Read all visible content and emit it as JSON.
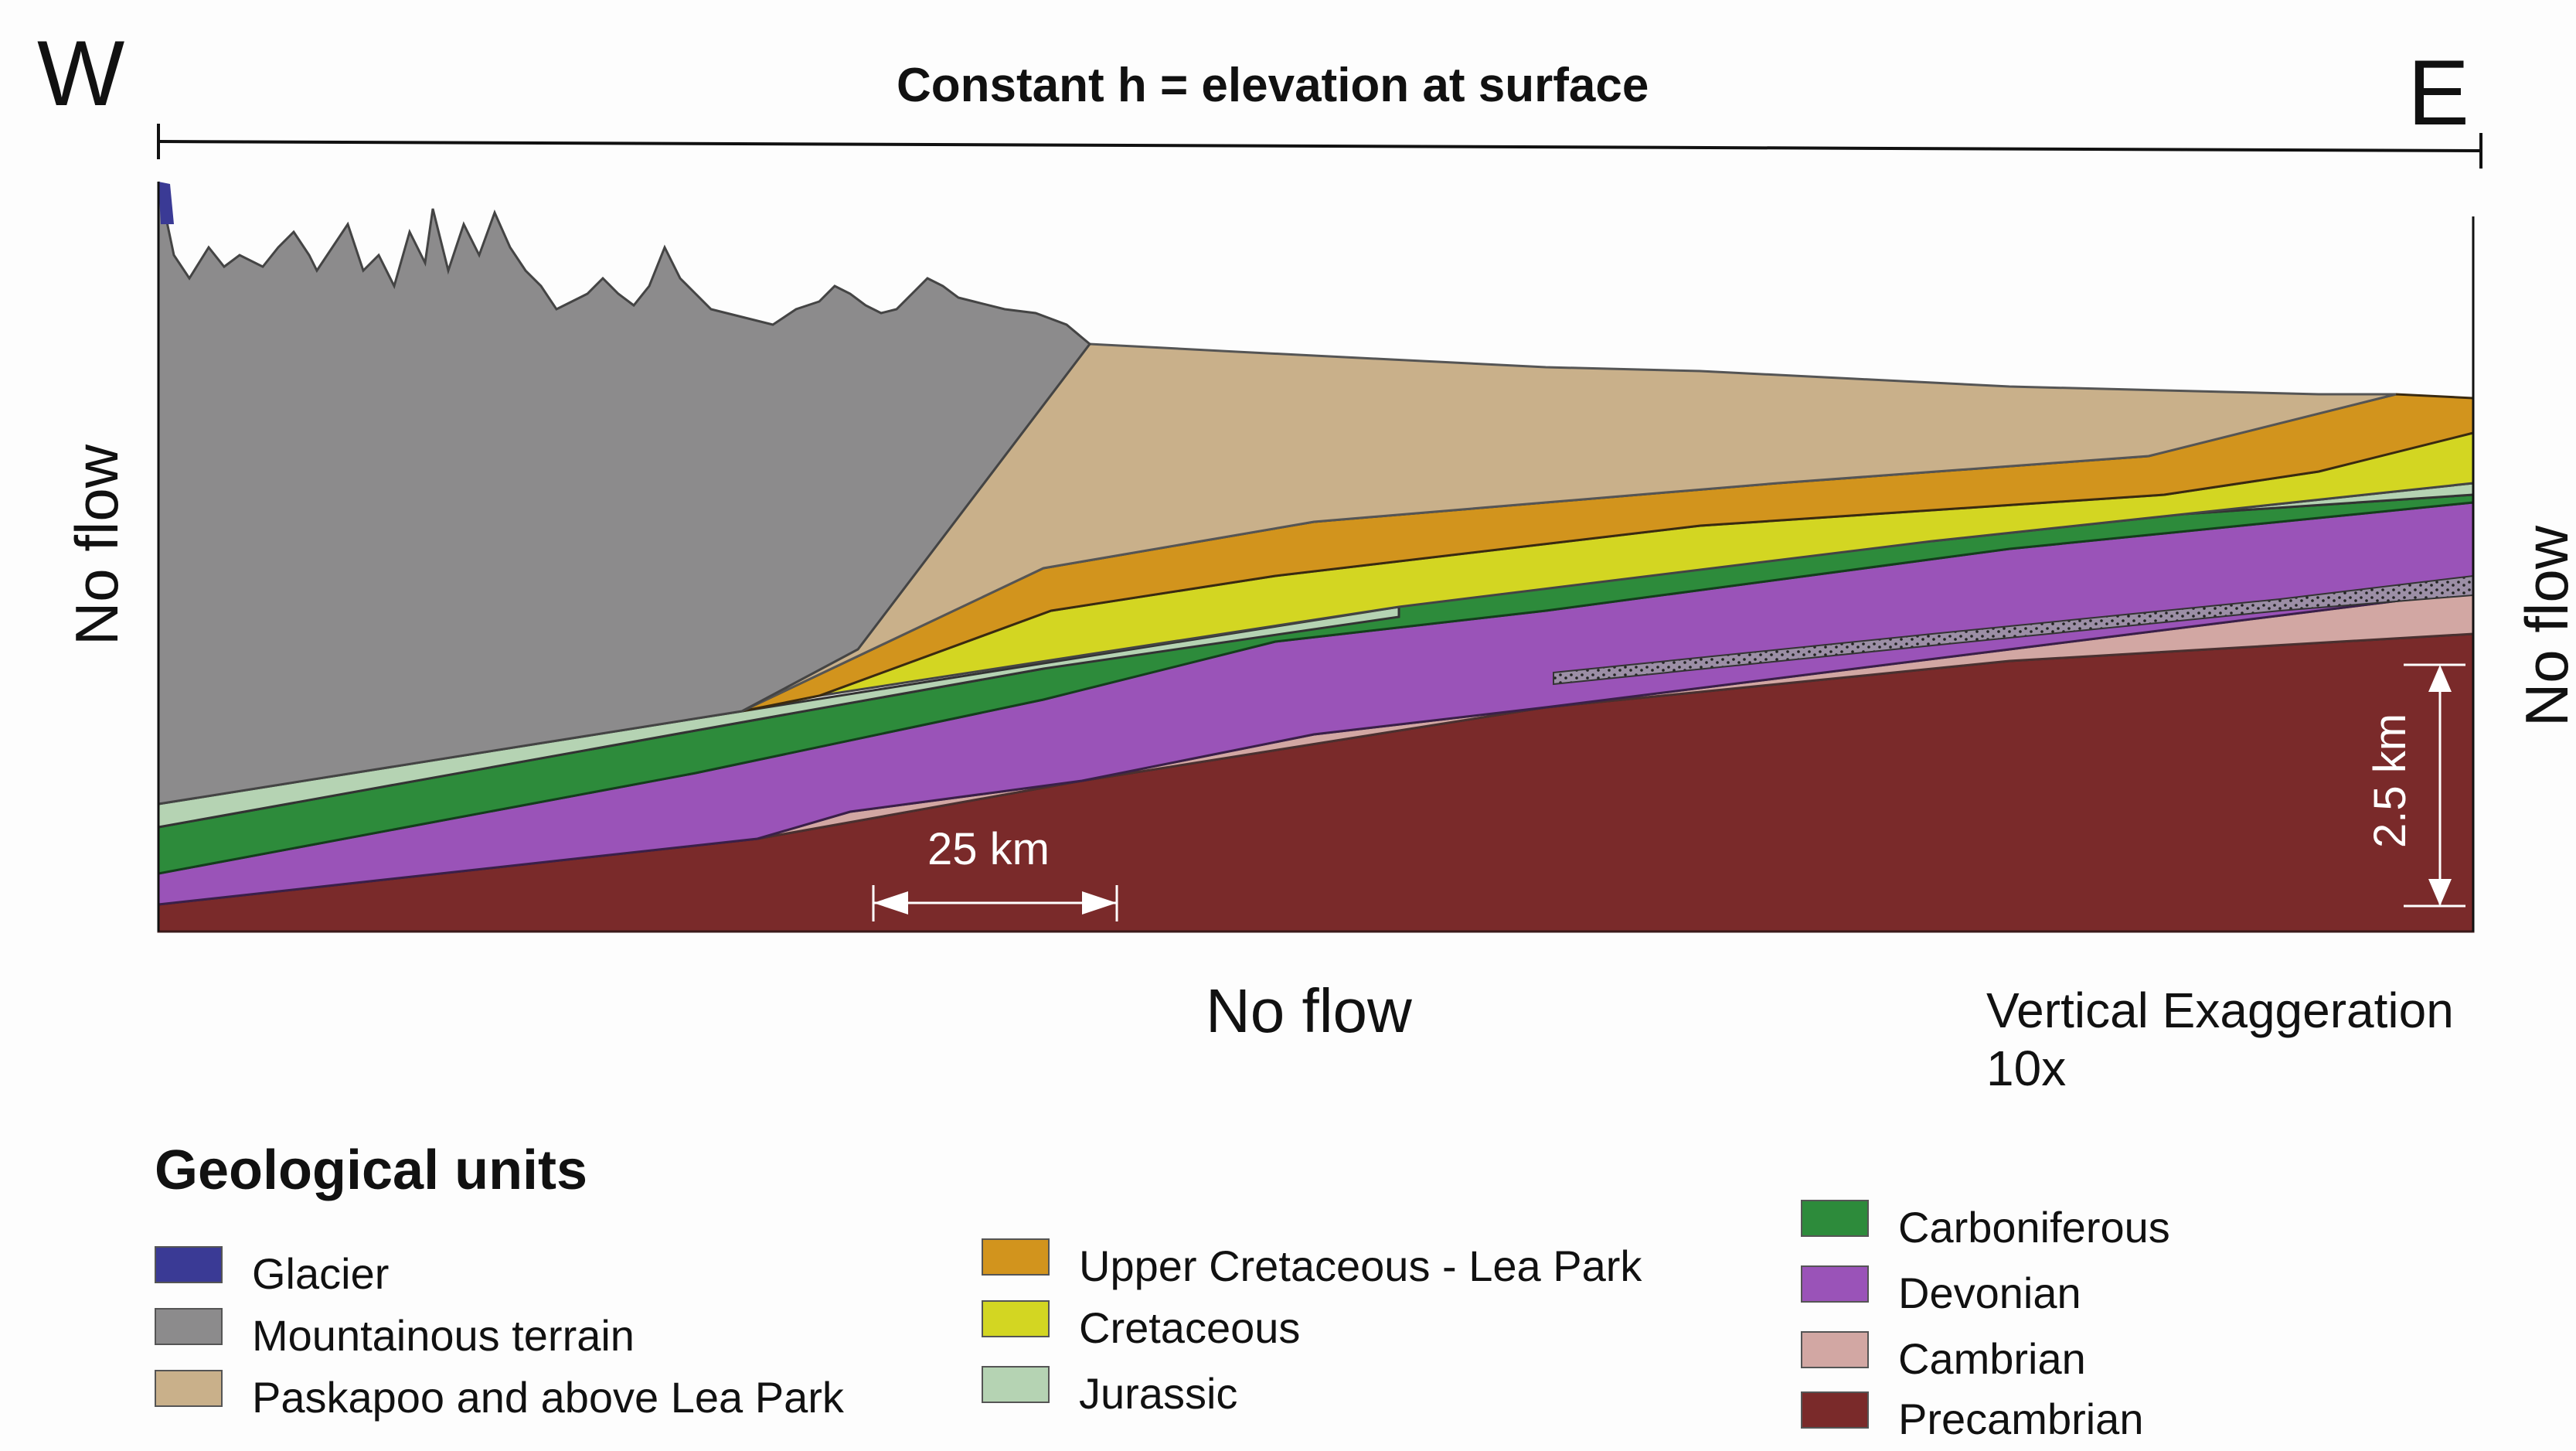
{
  "labels": {
    "west": "W",
    "east": "E",
    "top_boundary": "Constant h = elevation at surface",
    "left_boundary": "No flow",
    "right_boundary": "No flow",
    "bottom_boundary": "No flow",
    "horizontal_scale": "25 km",
    "vertical_scale": "2.5 km",
    "exaggeration_line1": "Vertical Exaggeration",
    "exaggeration_line2": "10x"
  },
  "legend": {
    "title": "Geological units",
    "units": [
      {
        "name": "Glacier",
        "color": "#3a3a95"
      },
      {
        "name": "Mountainous terrain",
        "color": "#8c8b8c"
      },
      {
        "name": "Paskapoo and above Lea Park",
        "color": "#c9b08a"
      },
      {
        "name": "Upper Cretaceous - Lea Park",
        "color": "#d2941d"
      },
      {
        "name": "Cretaceous",
        "color": "#d3d622"
      },
      {
        "name": "Jurassic",
        "color": "#b5d3b3"
      },
      {
        "name": "Carboniferous",
        "color": "#2d8b3b"
      },
      {
        "name": "Devonian",
        "color": "#9a53b8"
      },
      {
        "name": "Cambrian",
        "color": "#d2a7a3"
      },
      {
        "name": "Precambrian",
        "color": "#7a2a2a"
      }
    ]
  }
}
